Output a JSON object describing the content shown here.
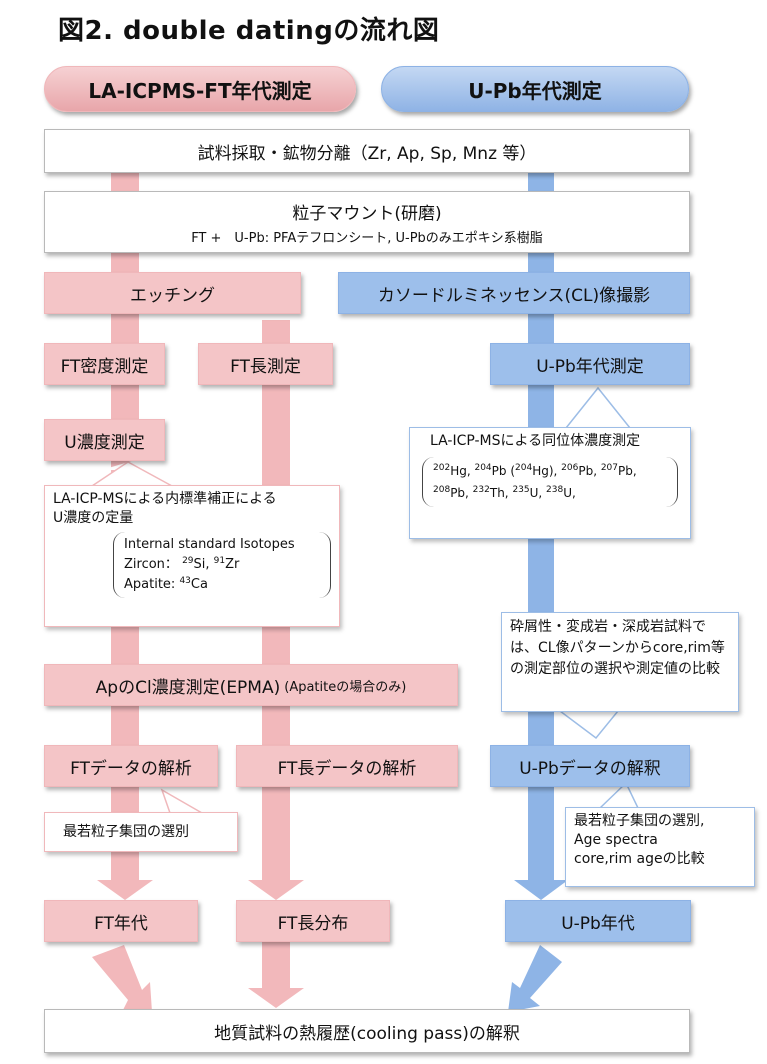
{
  "title": "図2. double datingの流れ図",
  "headers": {
    "left": "LA-ICPMS-FT年代測定",
    "right": "U-Pb年代測定"
  },
  "steps": {
    "sampling": "試料採取・鉱物分離（Zr, Ap, Sp, Mnz 等）",
    "mount": "粒子マウント(研磨)",
    "mount_sub": "FT +　U-Pb: PFAテフロンシート, U-Pbのみエポキシ系樹脂",
    "etching": "エッチング",
    "cl": "カソードルミネッセンス(CL)像撮影",
    "ft_density": "FT密度測定",
    "ft_length": "FT長測定",
    "upb_measure": "U-Pb年代測定",
    "u_conc": "U濃度測定",
    "cl_epma": "ApのCl濃度測定(EPMA)",
    "cl_epma_note": "(Apatiteの場合のみ)",
    "ft_analysis": "FTデータの解析",
    "ftlen_analysis": "FT長データの解析",
    "upb_interp": "U-Pbデータの解釈",
    "ft_age": "FT年代",
    "ft_length_dist": "FT長分布",
    "upb_age": "U-Pb年代",
    "final": "地質試料の熱履歴(cooling pass)の解釈"
  },
  "callouts": {
    "la_isotope_title": "LA-ICP-MSによる同位体濃度測定",
    "iso": {
      "m202": "202",
      "hg": "Hg, ",
      "m204": "204",
      "pb204": "Pb (",
      "m204b": "204",
      "hg2": "Hg), ",
      "m206": "206",
      "pb206": "Pb, ",
      "m207": "207",
      "pb207": "Pb,",
      "m208": "208",
      "pb208": "Pb, ",
      "m232": "232",
      "th": "Th, ",
      "m235": "235",
      "u235": "U, ",
      "m238": "238",
      "u238": "U,"
    },
    "internal_title": "LA-ICP-MSによる内標準補正による",
    "internal_title2": "U濃度の定量",
    "internal": {
      "header": "Internal standard Isotopes",
      "zircon": "Zircon：",
      "m29": "29",
      "si": "Si, ",
      "m91": "91",
      "zr": "Zr",
      "apatite": "Apatite: ",
      "m43": "43",
      "ca": "Ca"
    },
    "detrital": "砕屑性・変成岩・深成岩試料では、CL像パターンからcore,rim等の測定部位の選択や測定値の比較",
    "youngest_ft": "最若粒子集団の選別",
    "youngest_upb_1": "最若粒子集団の選別,",
    "youngest_upb_2": "Age spectra",
    "youngest_upb_3": "core,rim ageの比較"
  },
  "colors": {
    "pink": "#f4c5c7",
    "blue": "#9dbfeb",
    "pink_arrow": "#f2b8bb",
    "blue_arrow": "#8eb4e6"
  }
}
